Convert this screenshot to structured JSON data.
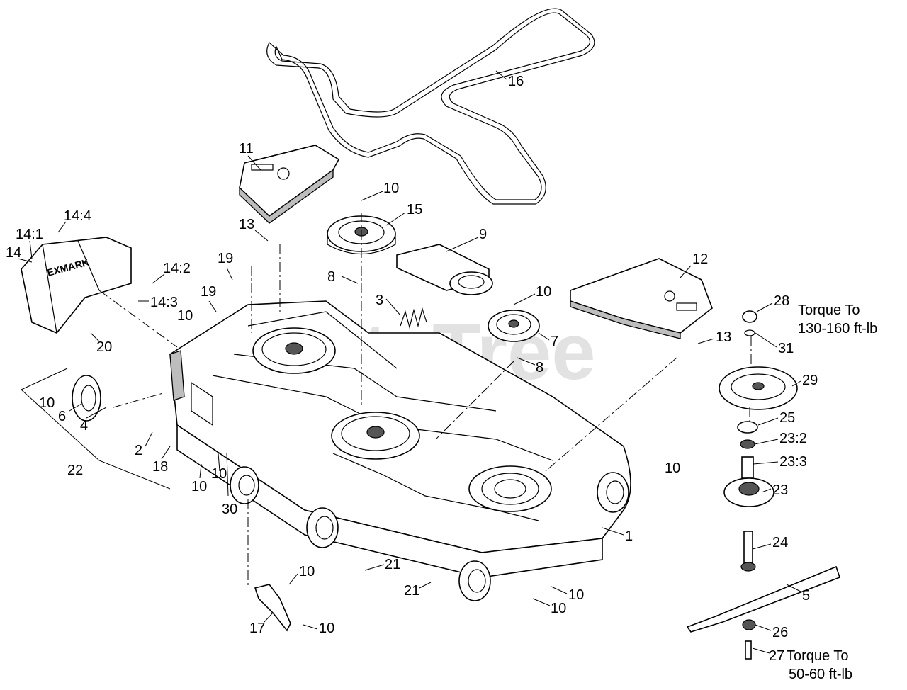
{
  "watermark": "PartsTree",
  "callouts": {
    "c1": "1",
    "c2": "2",
    "c3": "3",
    "c4": "4",
    "c5": "5",
    "c6": "6",
    "c7": "7",
    "c8a": "8",
    "c8b": "8",
    "c9": "9",
    "c10a": "10",
    "c10b": "10",
    "c10c": "10",
    "c10d": "10",
    "c10e": "10",
    "c10f": "10",
    "c10g": "10",
    "c10h": "10",
    "c10i": "10",
    "c10j": "10",
    "c10k": "10",
    "c11": "11",
    "c12": "12",
    "c13a": "13",
    "c13b": "13",
    "c14": "14",
    "c14_1": "14:1",
    "c14_2": "14:2",
    "c14_3": "14:3",
    "c14_4": "14:4",
    "c15": "15",
    "c16": "16",
    "c17": "17",
    "c18": "18",
    "c19a": "19",
    "c19b": "19",
    "c20": "20",
    "c21a": "21",
    "c21b": "21",
    "c22": "22",
    "c23": "23",
    "c23_2": "23:2",
    "c23_3": "23:3",
    "c24": "24",
    "c25": "25",
    "c26": "26",
    "c27": "27",
    "c28": "28",
    "c29": "29",
    "c30": "30",
    "c31": "31"
  },
  "torque_notes": {
    "spindle_nut_line1": "Torque To",
    "spindle_nut_line2": "130-160 ft-lb",
    "blade_bolt_line1": "Torque To",
    "blade_bolt_line2": "50-60 ft-lb"
  }
}
